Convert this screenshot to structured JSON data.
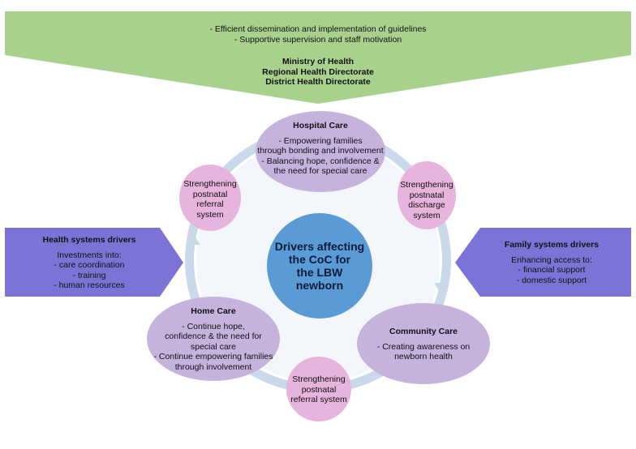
{
  "top_banner": {
    "actions": [
      "- Efficient dissemination and implementation of guidelines",
      "- Supportive supervision and staff motivation"
    ],
    "levels": [
      "Ministry of Health",
      "Regional Health Directorate",
      "District Health Directorate"
    ]
  },
  "center": {
    "lines": [
      "Drivers affecting",
      "the CoC for",
      "the LBW",
      "newborn"
    ]
  },
  "hospital_care": {
    "title": "Hospital Care",
    "lines": [
      "- Empowering families",
      "through bonding and involvement",
      "- Balancing hope, confidence &",
      "the need for special care"
    ]
  },
  "community_care": {
    "title": "Community Care",
    "lines": [
      "- Creating awareness on",
      "newborn health"
    ]
  },
  "home_care": {
    "title": "Home Care",
    "lines": [
      "- Continue hope,",
      "confidence & the need for",
      "special care",
      "- Continue empowering families",
      "through involvement"
    ]
  },
  "discharge": {
    "lines": [
      "Strengthening",
      "postnatal",
      "discharge",
      "system"
    ]
  },
  "referral_left": {
    "lines": [
      "Strengthening",
      "postnatal",
      "referral",
      "system"
    ]
  },
  "referral_bottom": {
    "lines": [
      "Strengthening",
      "postnatal",
      "referral system"
    ]
  },
  "health_drivers": {
    "title": "Health systems drivers",
    "lines": [
      "Investments into:",
      "- care coordination",
      "- training",
      "- human resources"
    ]
  },
  "family_drivers": {
    "title": "Family systems drivers",
    "lines": [
      "Enhancing access to:",
      "- financial support",
      "- domestic support"
    ]
  },
  "colors": {
    "banner": "#a9d18e",
    "ellipse_care": "#c5b3de",
    "ellipse_small": "#e6b4dc",
    "center": "#5b9bd5",
    "side": "#7b74d6",
    "ring": "#c9d9ea"
  }
}
